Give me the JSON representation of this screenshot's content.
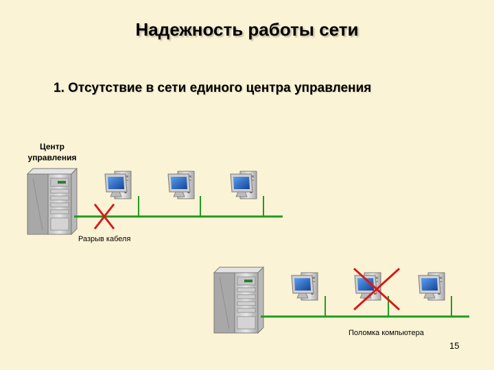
{
  "slide": {
    "title": "Надежность работы сети",
    "point": "1. Отсутствие в сети единого центра управления",
    "center_label_line1": "Центр",
    "center_label_line2": "управления",
    "cable_break_label": "Разрыв кабеля",
    "computer_failure_label": "Поломка компьютера",
    "page_number": "15"
  },
  "colors": {
    "background": "#fbf3d5",
    "cable": "#1f9a1f",
    "failure_mark": "#d81818",
    "monitor_screen": "#1e5fb8",
    "case": "#d9d9d9"
  }
}
